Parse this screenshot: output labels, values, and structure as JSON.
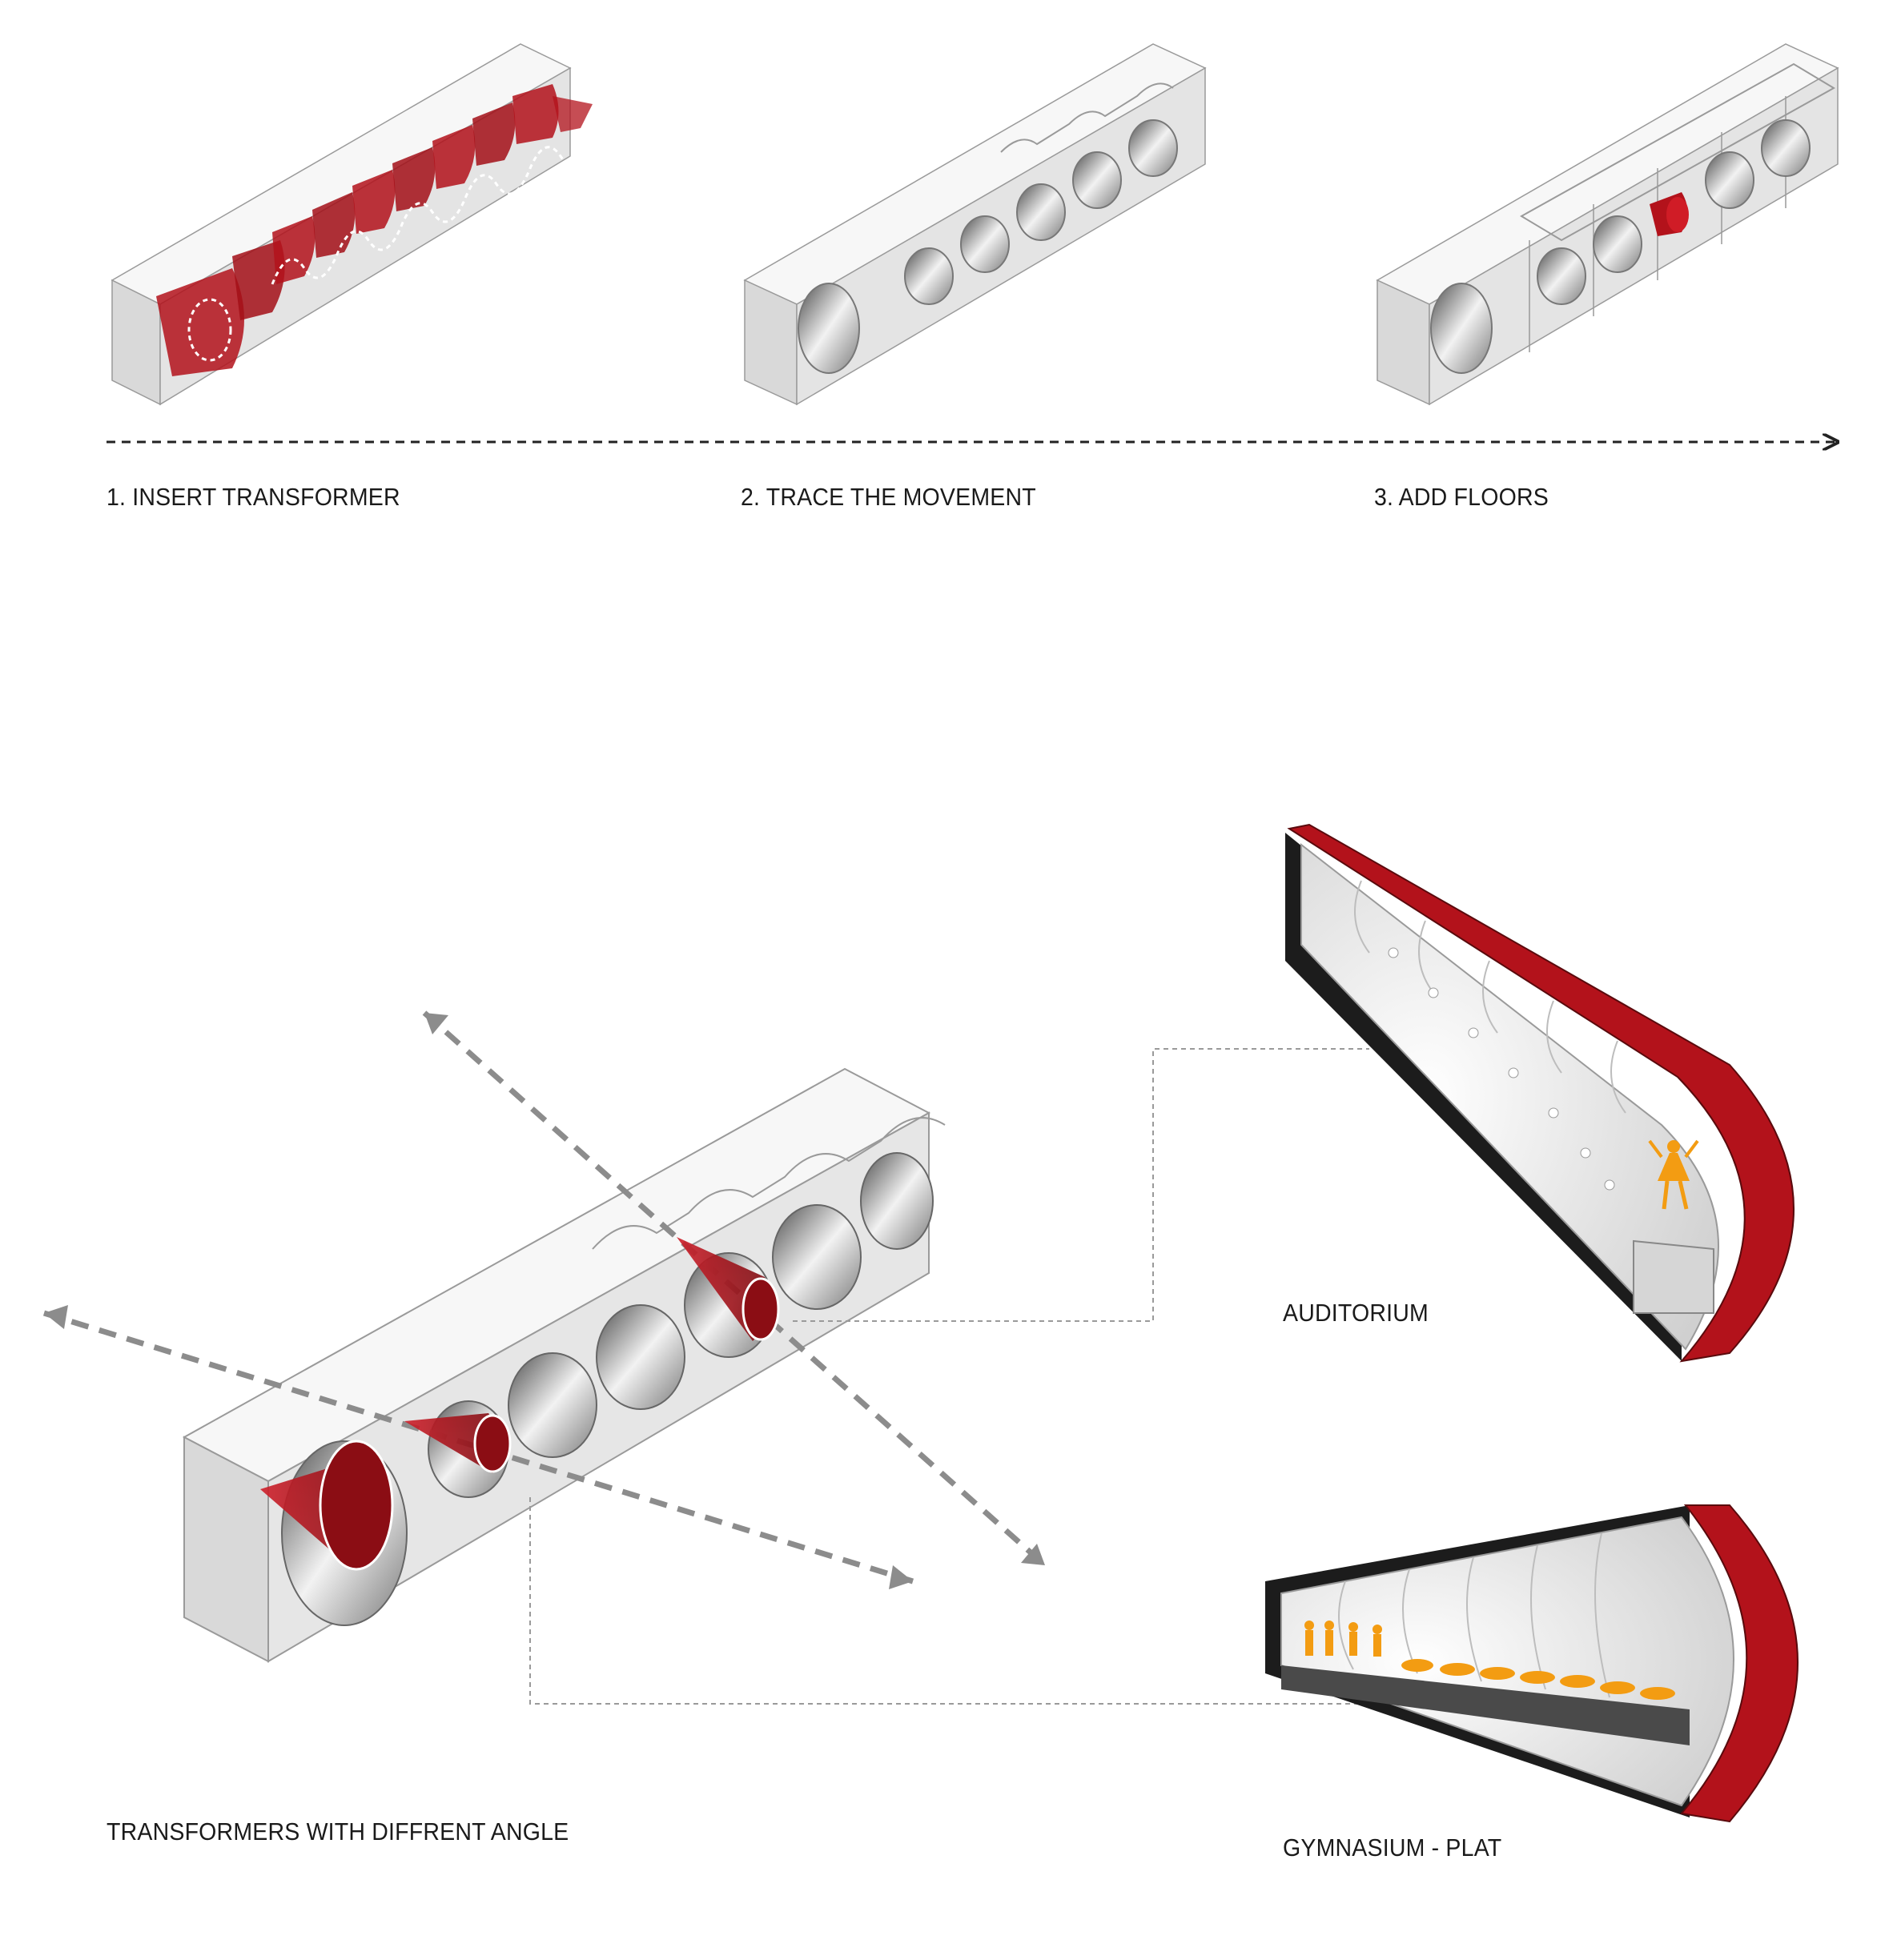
{
  "steps": [
    {
      "label": "1. INSERT TRANSFORMER"
    },
    {
      "label": "2. TRACE THE MOVEMENT"
    },
    {
      "label": "3. ADD FLOORS"
    }
  ],
  "bottom": {
    "main_label": "TRANSFORMERS WITH DIFFRENT ANGLE",
    "auditorium_label": "AUDITORIUM",
    "gymnasium_label": "GYMNASIUM - PLAT"
  },
  "colors": {
    "transformer_red": "#b3121b",
    "figure_orange": "#f39c12",
    "block_grey": "#d9d9d9",
    "arrow_grey": "#8c8c8c"
  }
}
